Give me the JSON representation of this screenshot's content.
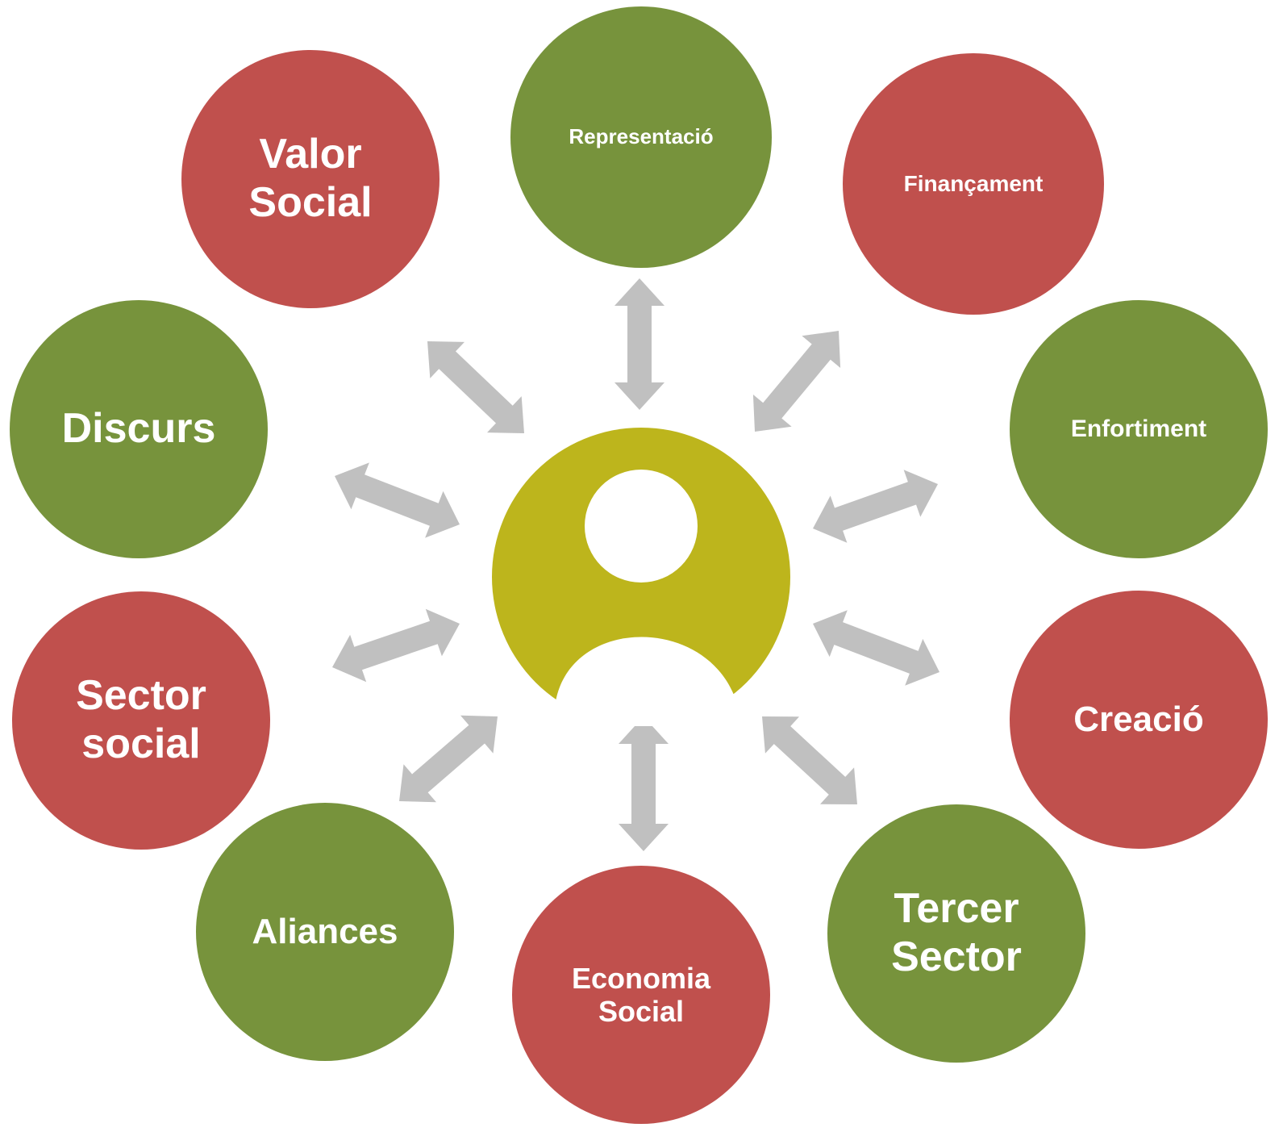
{
  "colors": {
    "red": "#c0504d",
    "green": "#77933c",
    "center": "#bdb51c",
    "arrow": "#c0c0c0",
    "background": "#ffffff"
  },
  "center": {
    "icon": "person-icon"
  },
  "nodes": [
    {
      "id": "representacio",
      "label": "Representació",
      "color": "green"
    },
    {
      "id": "financament",
      "label": "Finançament",
      "color": "red"
    },
    {
      "id": "enfortiment",
      "label": "Enfortiment",
      "color": "green"
    },
    {
      "id": "creacio",
      "label": "Creació",
      "color": "red"
    },
    {
      "id": "tercer-sector",
      "label": "Tercer\nSector",
      "color": "green"
    },
    {
      "id": "economia-social",
      "label": "Economia\nSocial",
      "color": "red"
    },
    {
      "id": "aliances",
      "label": "Aliances",
      "color": "green"
    },
    {
      "id": "sector-social",
      "label": "Sector\nsocial",
      "color": "red"
    },
    {
      "id": "discurs",
      "label": "Discurs",
      "color": "green"
    },
    {
      "id": "valor-social",
      "label": "Valor\nSocial",
      "color": "red"
    }
  ]
}
